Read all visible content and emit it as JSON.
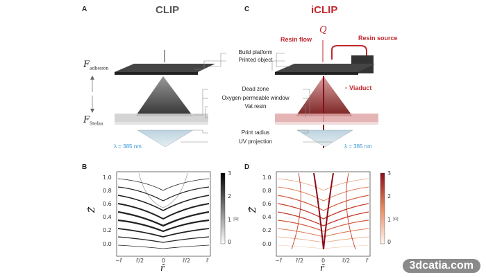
{
  "panels": {
    "a": {
      "letter": "A",
      "title": "CLIP"
    },
    "b": {
      "letter": "B"
    },
    "c": {
      "letter": "C",
      "title": "iCLIP"
    },
    "d": {
      "letter": "D"
    }
  },
  "labels": {
    "build_platform": "Build platform",
    "printed_object": "Printed object",
    "dead_zone": "Dead zone",
    "oxygen_window": "Oxygen-permeable window",
    "vat_resin": "Vat resin",
    "print_radius": "Print radius",
    "uv_projection": "UV projection",
    "resin_flow": "Resin flow",
    "resin_source": "Resin source",
    "viaduct": "Viaduct",
    "q": "Q",
    "wavelength_left": "λ = 385 nm",
    "wavelength_right": "λ = 385 nm",
    "f_adhesion_main": "F",
    "f_adhesion_sub": "adhesion",
    "f_stefan_main": "F",
    "f_stefan_sub": "Stefan"
  },
  "plot": {
    "y_ticks": [
      "1.0",
      "0.8",
      "0.6",
      "0.4",
      "0.2",
      "0.0"
    ],
    "x_ticks": [
      "−r̃",
      "r̃/2",
      "0",
      "r̃/2",
      "r̃"
    ],
    "y_label": "Z̃",
    "x_label": "r̃",
    "cbar_label": "|ũ|",
    "cbar_ticks": [
      "3",
      "2",
      "1",
      "0"
    ]
  },
  "colors": {
    "clip_gray": "#555555",
    "iclip_red": "#c0272d",
    "uv_blue": "#3a9bd8"
  },
  "watermark": "3dcatia.com"
}
